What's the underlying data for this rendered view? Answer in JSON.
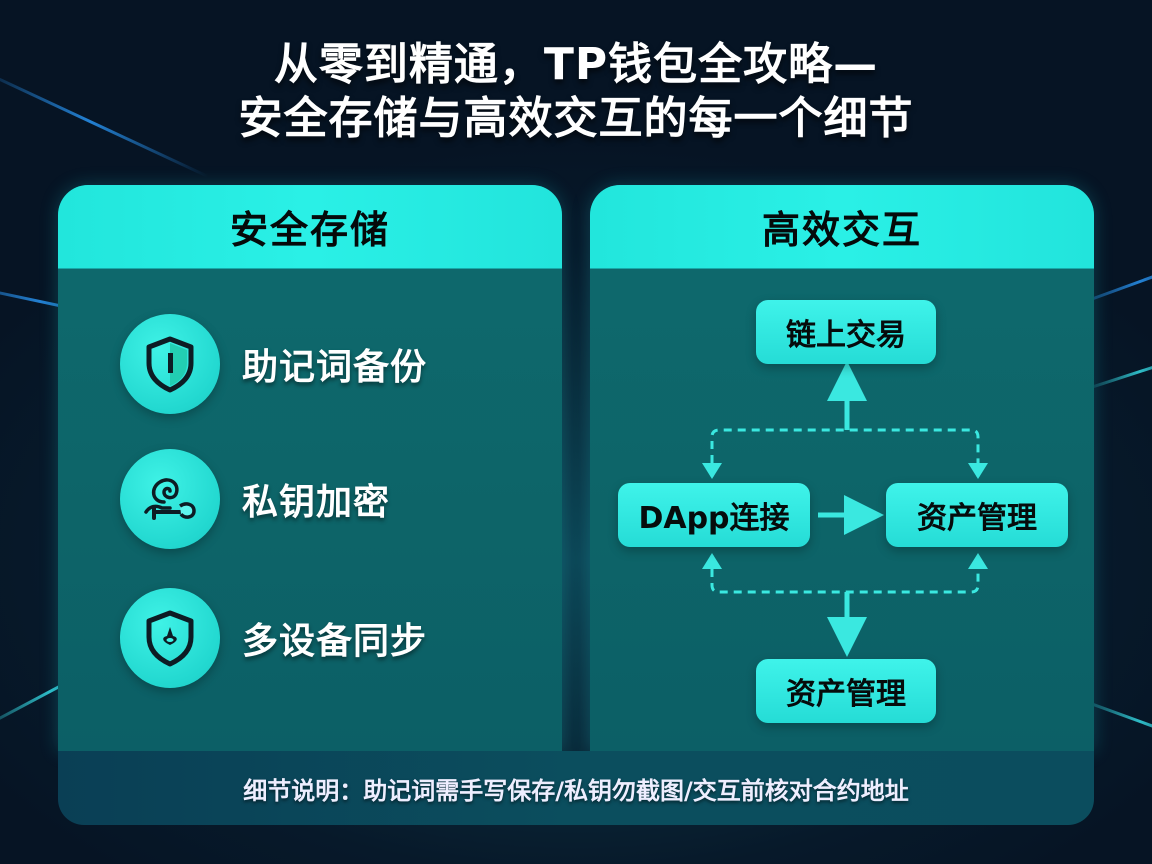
{
  "title": {
    "line1": "从零到精通，TP钱包全攻略—",
    "line2": "安全存储与高效交互的每一个细节"
  },
  "left_panel": {
    "heading": "安全存储",
    "items": [
      {
        "label": "助记词备份",
        "icon": "shield-icon"
      },
      {
        "label": "私钥加密",
        "icon": "key-swirl-icon"
      },
      {
        "label": "多设备同步",
        "icon": "shield-diamond-icon"
      }
    ]
  },
  "right_panel": {
    "heading": "高效交互",
    "nodes": {
      "top": "链上交易",
      "left": "DApp连接",
      "right": "资产管理",
      "bottom": "资产管理"
    }
  },
  "caption": "细节说明：助记词需手写保存/私钥勿截图/交互前核对合约地址",
  "colors": {
    "accent": "#2af0e6",
    "panel_body": "#0e6a6e",
    "background": "#07192a",
    "arrow": "#3ae8e0"
  }
}
